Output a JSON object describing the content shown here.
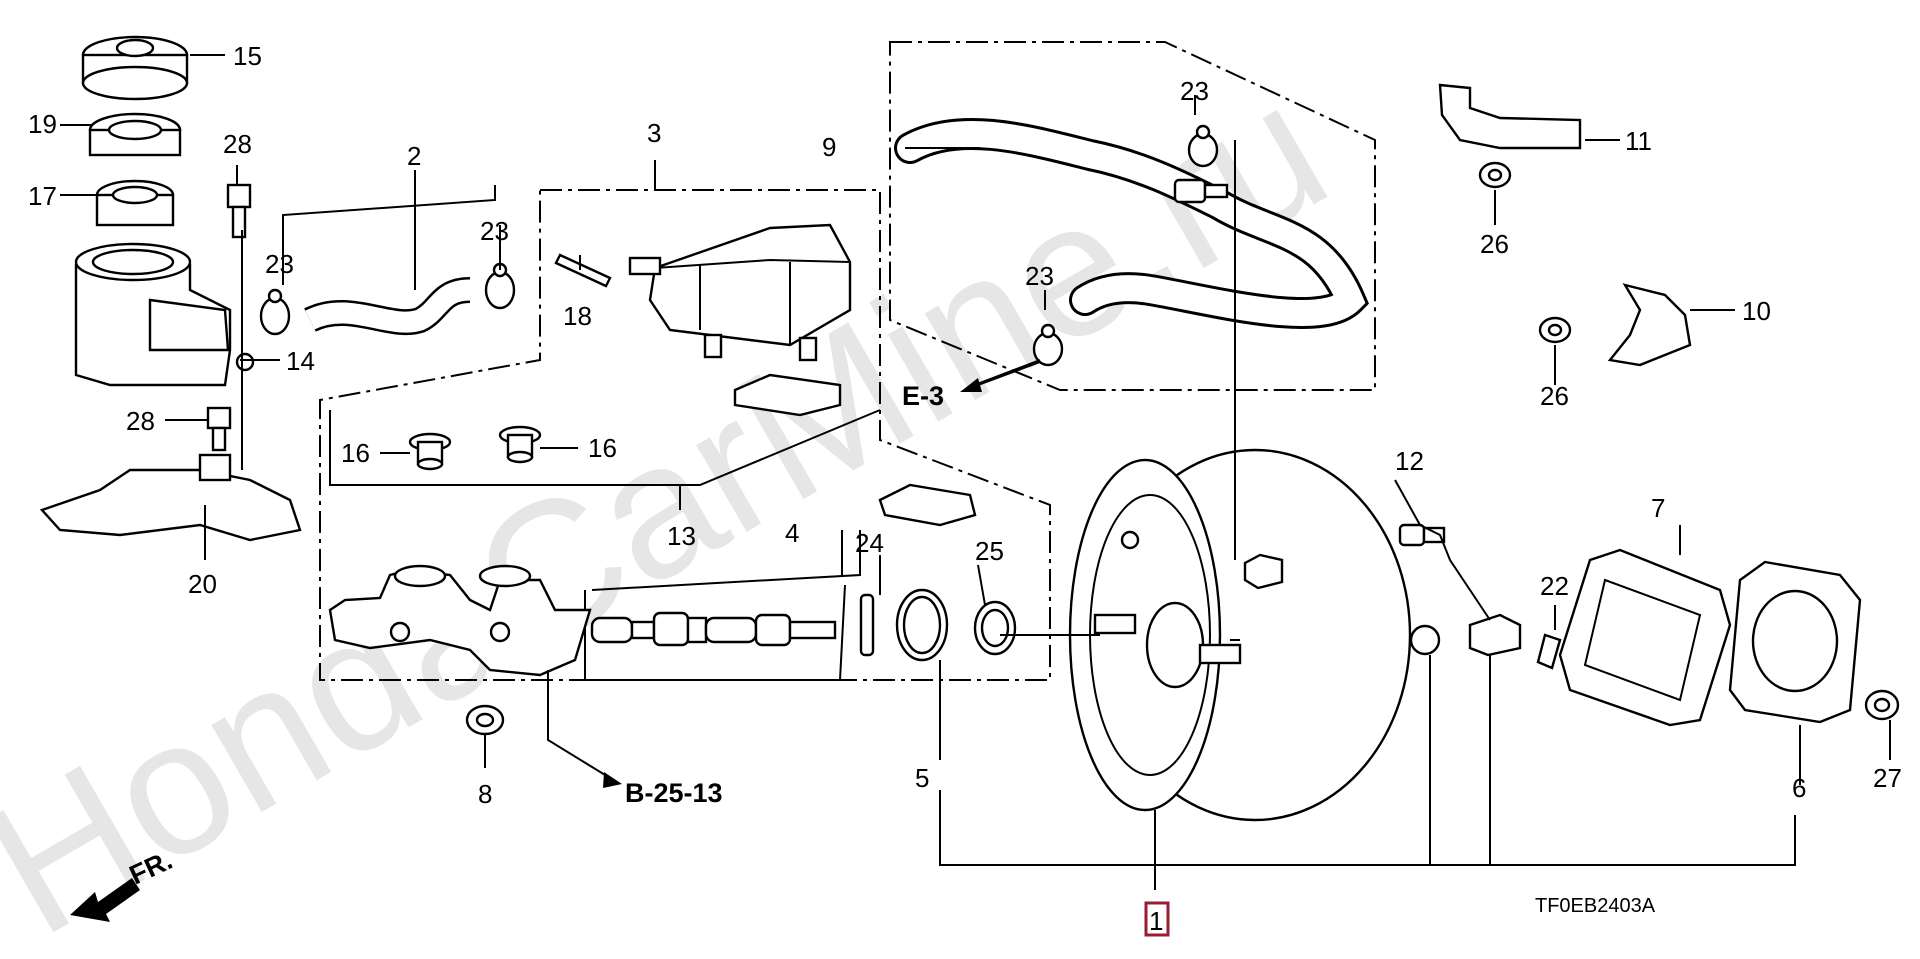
{
  "watermark": "HondaCarMine.ru",
  "diagram_code": "TF0EB2403A",
  "direction_label": "FR.",
  "refs": {
    "e3": "E-3",
    "b2513": "B-25-13"
  },
  "callouts": {
    "c1": "1",
    "c2": "2",
    "c3": "3",
    "c4": "4",
    "c5": "5",
    "c6": "6",
    "c7": "7",
    "c8": "8",
    "c9": "9",
    "c10": "10",
    "c11": "11",
    "c12": "12",
    "c13": "13",
    "c14": "14",
    "c15": "15",
    "c16a": "16",
    "c16b": "16",
    "c17": "17",
    "c18": "18",
    "c19": "19",
    "c20": "20",
    "c22": "22",
    "c23a": "23",
    "c23b": "23",
    "c23c": "23",
    "c23d": "23",
    "c24": "24",
    "c25": "25",
    "c26a": "26",
    "c26b": "26",
    "c27": "27",
    "c28a": "28",
    "c28b": "28"
  },
  "colors": {
    "highlight": "#9b1b30",
    "watermark": "#e6e6e6",
    "ink": "#000000"
  }
}
